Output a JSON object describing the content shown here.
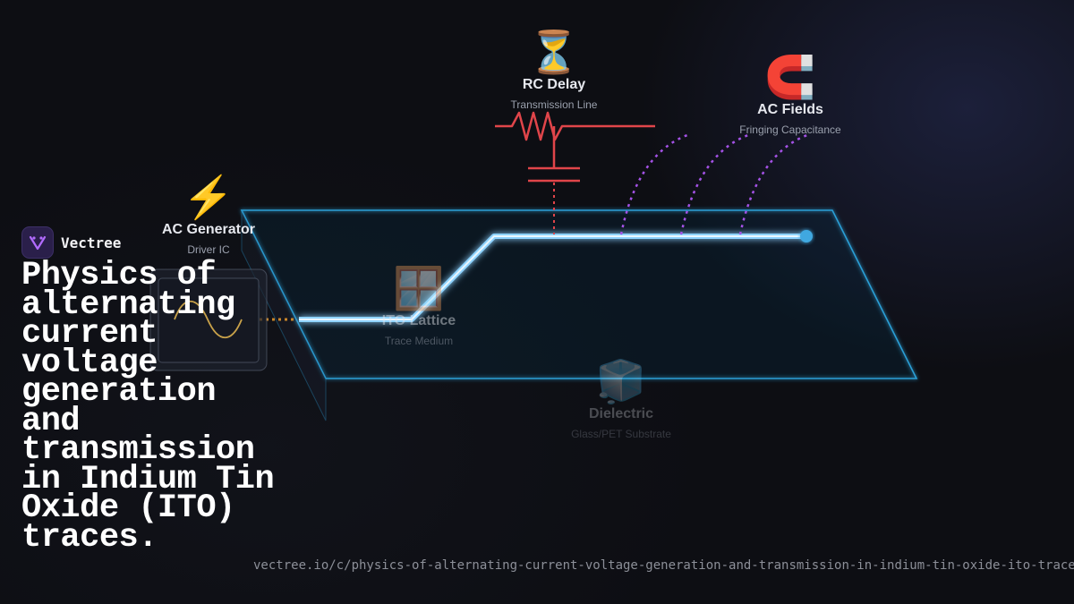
{
  "brand": {
    "name": "Vectree"
  },
  "headline": "Physics of alternating current voltage generation and transmission in Indium Tin Oxide (ITO) traces.",
  "url": "vectree.io/c/physics-of-alternating-current-voltage-generation-and-transmission-in-indium-tin-oxide-ito-traces",
  "nodes": {
    "generator": {
      "icon": "⚡",
      "icon_name": "lightning-icon",
      "title": "AC Generator",
      "subtitle": "Driver IC"
    },
    "ito": {
      "icon": "🪟",
      "icon_name": "window-icon",
      "title": "ITO Lattice",
      "subtitle": "Trace Medium"
    },
    "rc": {
      "icon": "⏳",
      "icon_name": "hourglass-icon",
      "title": "RC Delay",
      "subtitle": "Transmission Line"
    },
    "fields": {
      "icon": "🧲",
      "icon_name": "magnet-icon",
      "title": "AC Fields",
      "subtitle": "Fringing Capacitance"
    },
    "dielectric": {
      "icon": "🧊",
      "icon_name": "ice-cube-icon",
      "title": "Dielectric",
      "subtitle": "Glass/PET Substrate"
    }
  },
  "colors": {
    "trace": "#8fd3ff",
    "panel_edge": "#2a9fd6",
    "resistor": "#e0454a",
    "field_lines": "#a452e6",
    "generator_wave": "#c9a24a",
    "endpoint": "#3fa8e0"
  }
}
